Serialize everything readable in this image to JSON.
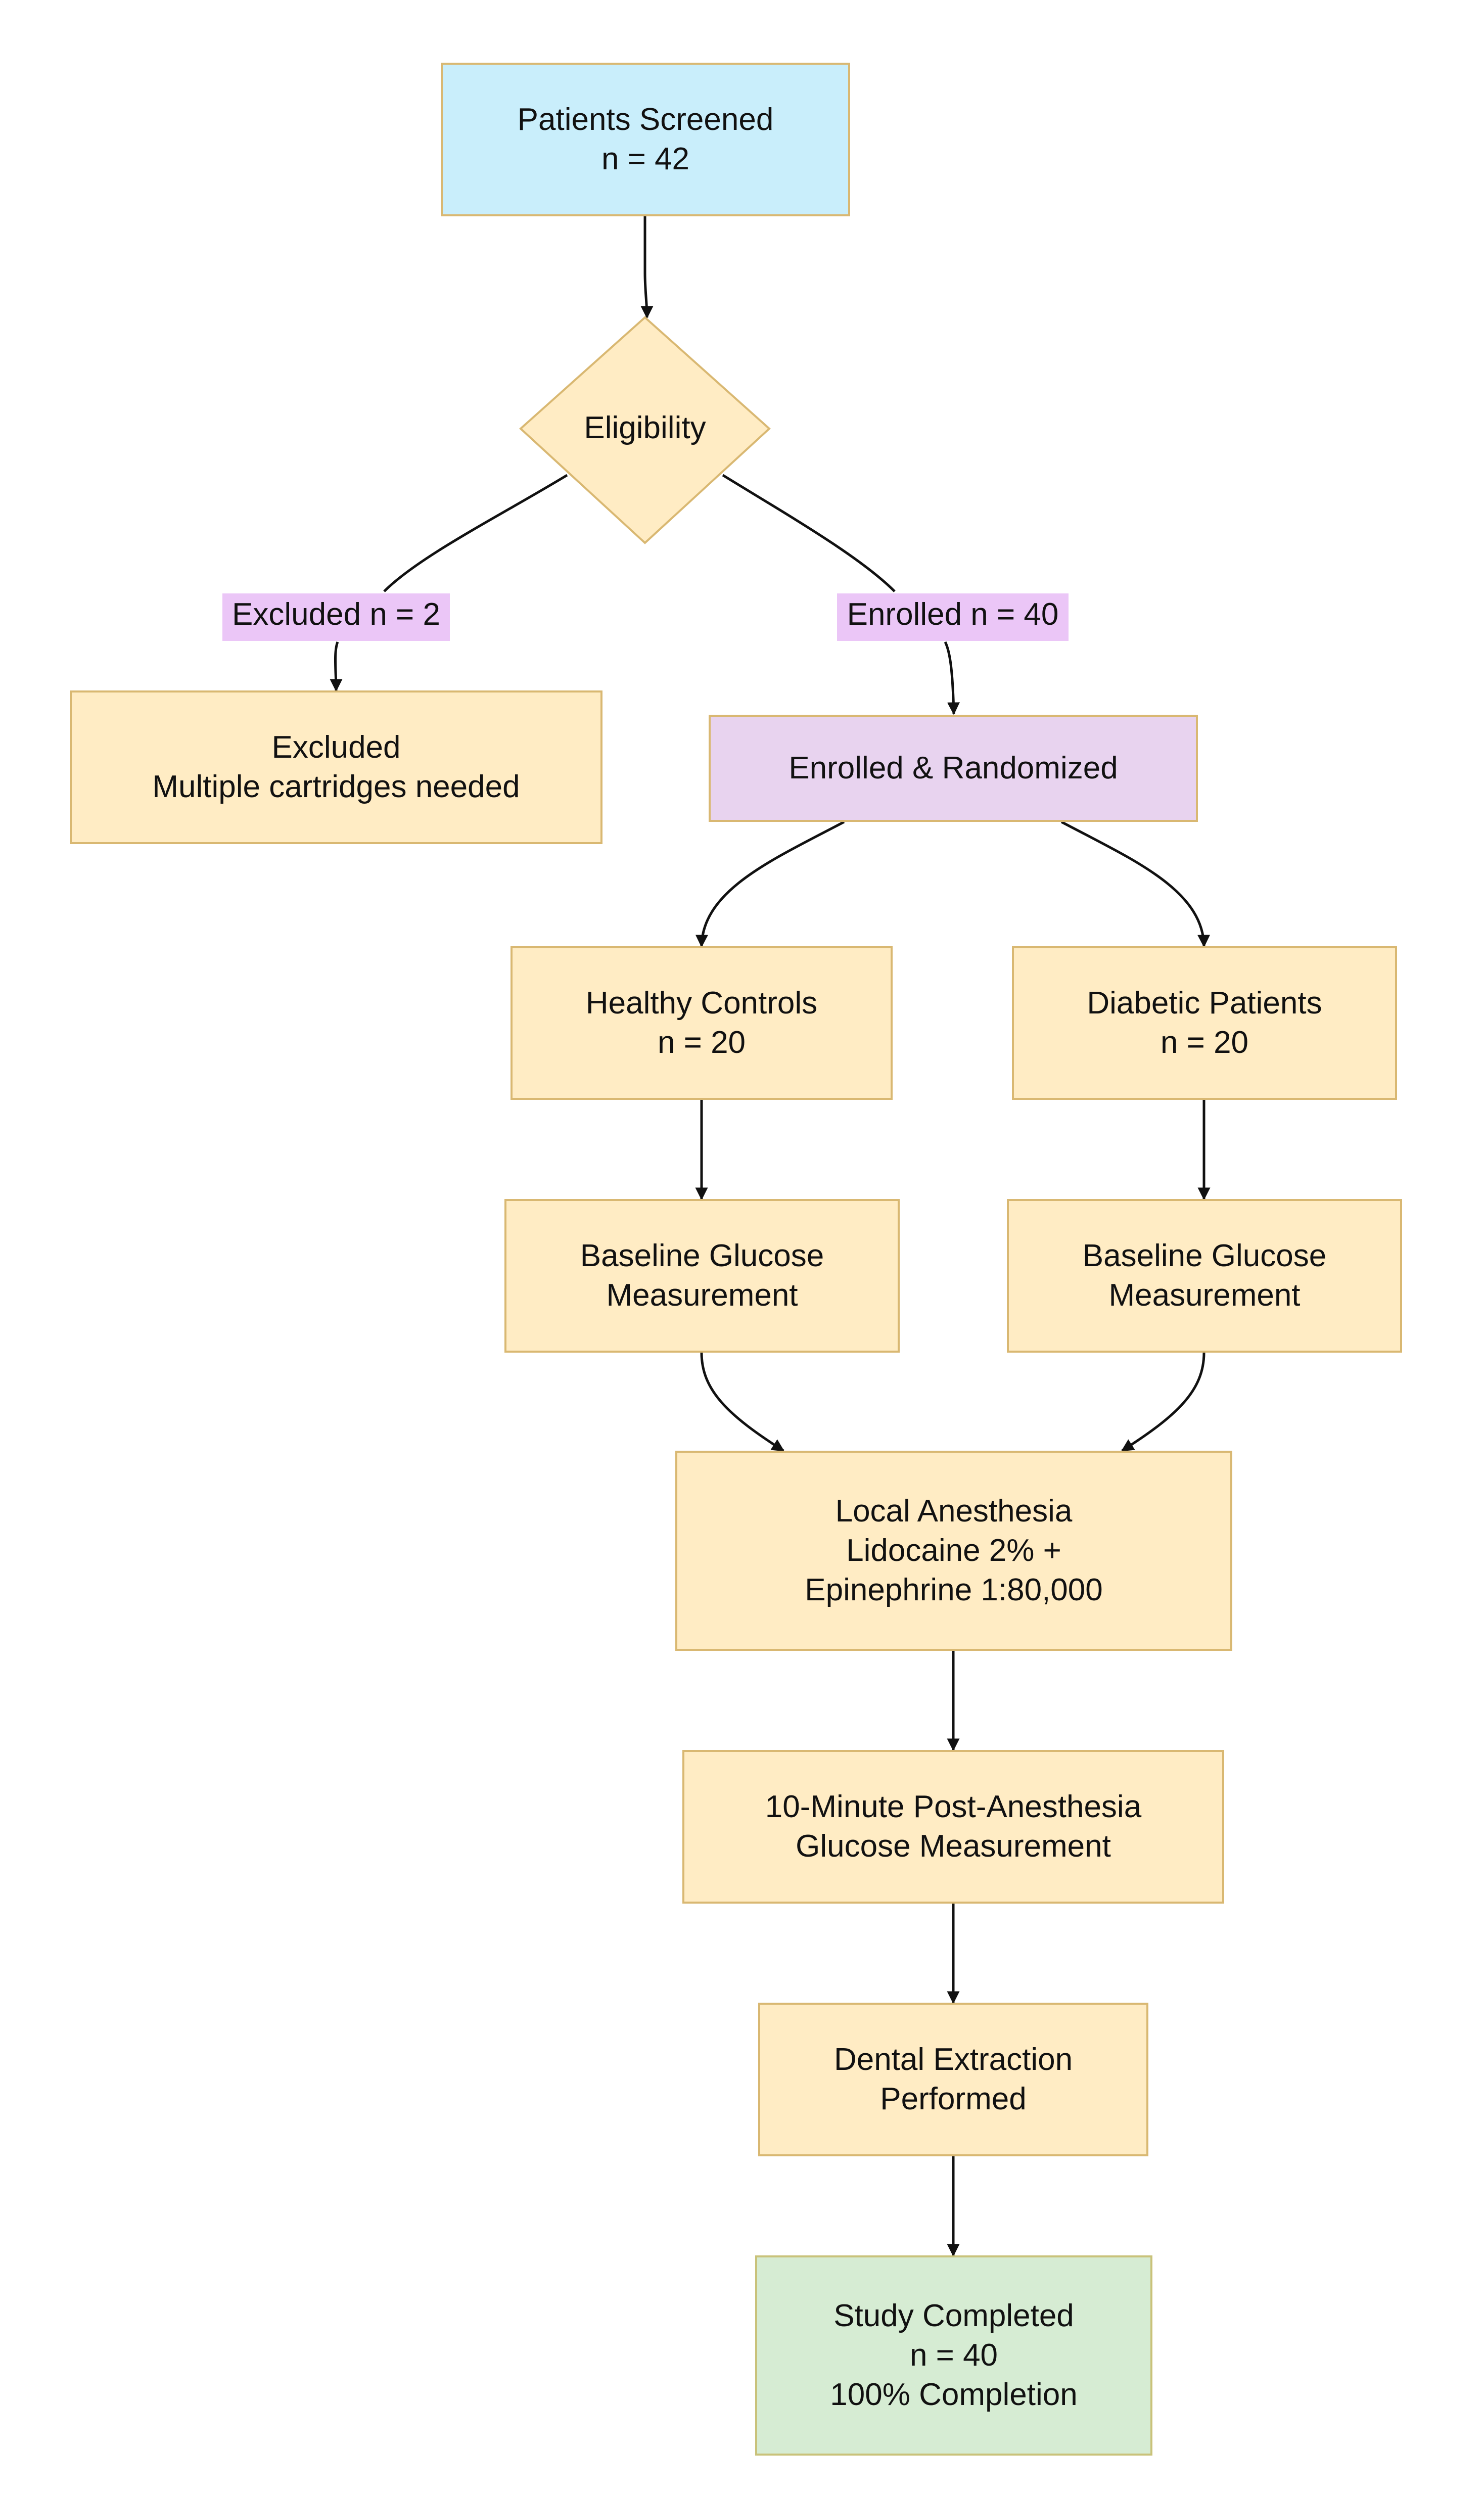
{
  "nodes": {
    "screened": {
      "lines": [
        "Patients Screened",
        "n = 42"
      ]
    },
    "eligibility": {
      "label": "Eligibility"
    },
    "excluded": {
      "lines": [
        "Excluded",
        "Multiple cartridges needed"
      ]
    },
    "enrolled": {
      "lines": [
        "Enrolled & Randomized"
      ]
    },
    "healthy": {
      "lines": [
        "Healthy Controls",
        "n = 20"
      ]
    },
    "diabetic": {
      "lines": [
        "Diabetic Patients",
        "n = 20"
      ]
    },
    "baseline_healthy": {
      "lines": [
        "Baseline Glucose",
        "Measurement"
      ]
    },
    "baseline_diabetic": {
      "lines": [
        "Baseline Glucose",
        "Measurement"
      ]
    },
    "anesthesia": {
      "lines": [
        "Local Anesthesia",
        "Lidocaine 2% +",
        "Epinephrine 1:80,000"
      ]
    },
    "post_glucose": {
      "lines": [
        "10-Minute Post-Anesthesia",
        "Glucose Measurement"
      ]
    },
    "extraction": {
      "lines": [
        "Dental Extraction",
        "Performed"
      ]
    },
    "completed": {
      "lines": [
        "Study Completed",
        "n = 40",
        "100% Completion"
      ]
    }
  },
  "edge_labels": {
    "excluded": "Excluded n = 2",
    "enrolled": "Enrolled n = 40"
  },
  "colors": {
    "process_fill": "#ffecc4",
    "start_fill": "#c9eefb",
    "randomized_fill": "#e8d3ef",
    "end_fill": "#d6ecd3",
    "edge_label_fill": "#ebc6f7",
    "border": "#d9b872",
    "edge": "#111111"
  }
}
